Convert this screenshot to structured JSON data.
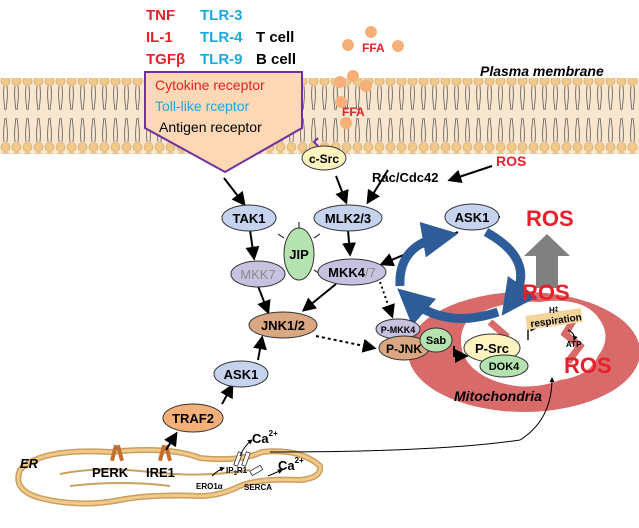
{
  "ligands": {
    "tnf": "TNF",
    "il1": "IL-1",
    "tgfb": "TGFβ",
    "tlr3": "TLR-3",
    "tlr4": "TLR-4",
    "tlr9": "TLR-9",
    "t_cell": "T cell",
    "b_cell": "B cell"
  },
  "receptors": {
    "cytokine": "Cytokine receptor",
    "tlr": "Toll-like rceptor",
    "antigen": "Antigen receptor"
  },
  "labels": {
    "plasma_membrane": "Plasma membrane",
    "ffa_top": "FFA",
    "ffa_membrane": "FFA",
    "mitochondria": "Mitochondria",
    "er": "ER",
    "ros_top": "ROS",
    "ros_ask1": "ROS",
    "ros_mito_top": "ROS",
    "ros_mito_bottom": "ROS",
    "rac_cdc42": "Rac/Cdc42",
    "respiration": "respiration",
    "h_plus": "H",
    "h_plus_sup": "+",
    "atp": "ATP",
    "ca_1": "Ca",
    "ca_1_sup": "2+",
    "ca_2": "Ca",
    "ca_2_sup": "2+",
    "perk": "PERK",
    "ire1": "IRE1",
    "ip3r1_a": "IP",
    "ip3r1_sub": "3",
    "ip3r1_b": "R1",
    "ero1a": "ERO1α",
    "serca": "SERCA"
  },
  "nodes": {
    "csrc": "c-Src",
    "tak1": "TAK1",
    "mlk": "MLK2/3",
    "ask1_top": "ASK1",
    "jip": "JIP",
    "mkk7": "MKK7",
    "mkk4": "MKK4",
    "mkk4_slash7": "/7",
    "jnk": "JNK1/2",
    "pmkk4": "P-MKK4",
    "pjnk": "P-JNK",
    "sab": "Sab",
    "psrc": "P-Src",
    "dok4": "DOK4",
    "ask1_bottom": "ASK1",
    "traf2": "TRAF2"
  },
  "colors": {
    "red": "#e8202a",
    "cyan": "#1ba8e0",
    "membrane_fill": "#f7d9b8",
    "lipid_head": "#f3c98b",
    "receptor_fill": "#fcd8b4",
    "receptor_border": "#7030a0",
    "blue_node": "#c5d3ee",
    "tan_node": "#d9a883",
    "lilac_node": "#c9c1e0",
    "green_node": "#b5e3b0",
    "mito_fill": "#d86a6a",
    "cycle_arrow": "#2e5c99",
    "gray_arrow": "#808080"
  }
}
